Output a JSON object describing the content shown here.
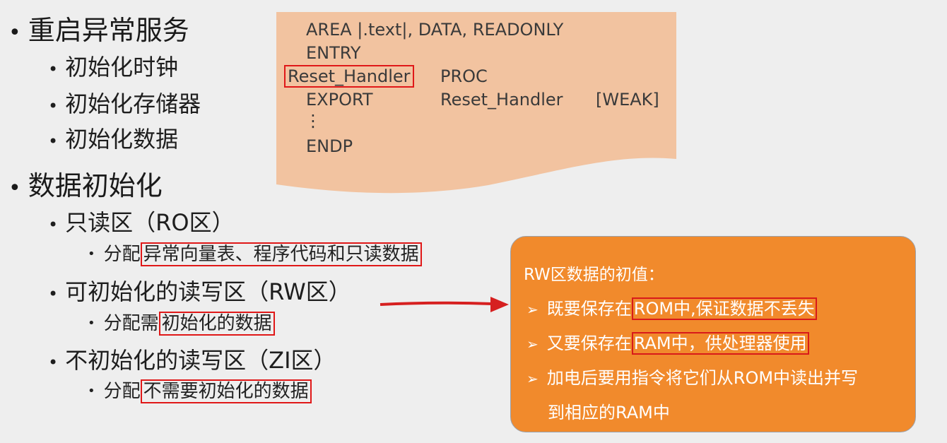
{
  "bullets": {
    "reset": "重启异常服务",
    "clock": "初始化时钟",
    "memory": "初始化存储器",
    "data": "初始化数据",
    "data_init": "数据初始化",
    "ro": "只读区（RO区）",
    "ro_alloc_prefix": "分配",
    "ro_alloc_boxed": "异常向量表、程序代码和只读数据",
    "rw": "可初始化的读写区（RW区）",
    "rw_alloc_prefix": "分配需",
    "rw_alloc_boxed": "初始化的数据",
    "zi": "不初始化的读写区（ZI区）",
    "zi_alloc_prefix": "分配",
    "zi_alloc_boxed": "不需要初始化的数据"
  },
  "code": {
    "line1": "AREA |.text|, DATA, READONLY",
    "line2": "ENTRY",
    "line3_label": "Reset_Handler",
    "line3_proc": "PROC",
    "line4_export": "EXPORT",
    "line4_name": "Reset_Handler",
    "line4_weak": "[WEAK]",
    "line5": "⋮",
    "line6": "ENDP"
  },
  "note": {
    "title": "RW区数据的初值：",
    "item1_prefix": "既要保存在",
    "item1_boxed": "ROM中,保证数据不丢失",
    "item2_prefix": "又要保存在",
    "item2_boxed": "RAM中，供处理器使用",
    "item3_line1": "加电后要用指令将它们从ROM中读出并写",
    "item3_line2": "到相应的RAM中"
  },
  "colors": {
    "background": "#eeeeee",
    "code_panel": "#f2c3a0",
    "note_box": "#f18a2c",
    "highlight_red": "#e01818"
  }
}
